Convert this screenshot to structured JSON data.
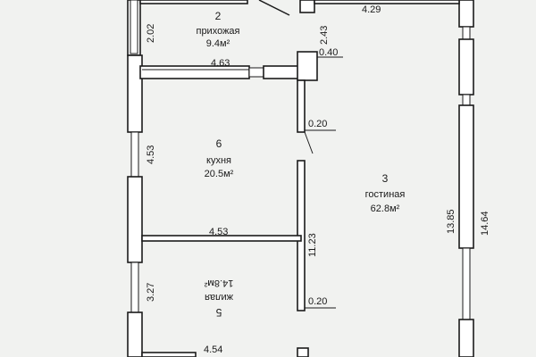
{
  "rooms": [
    {
      "number": "2",
      "name": "прихожая",
      "area": "9.4м²"
    },
    {
      "number": "6",
      "name": "кухня",
      "area": "20.5м²"
    },
    {
      "number": "3",
      "name": "гостиная",
      "area": "62.8м²"
    },
    {
      "number": "5",
      "name": "жилая",
      "area": "14.8м²"
    }
  ],
  "dimensions": {
    "d1": "4.29",
    "d2": "2.02",
    "d3": "2.43",
    "d4": "4.63",
    "d5": "0.40",
    "d6": "0.20",
    "d7": "4.53",
    "d8": "4.53",
    "d9": "11.23",
    "d10": "13.85",
    "d11": "14.64",
    "d12": "3.27",
    "d13": "0.20",
    "d14": "4.54"
  }
}
